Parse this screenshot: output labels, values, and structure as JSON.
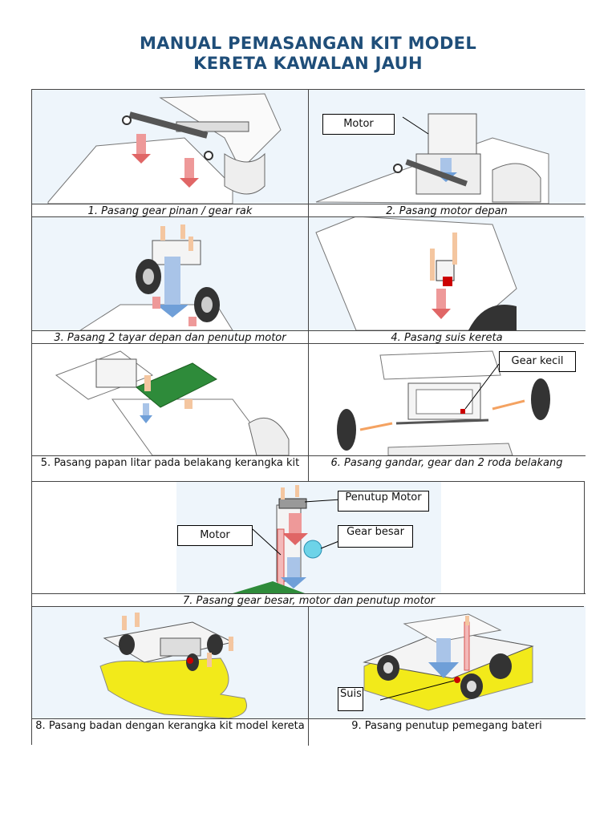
{
  "title": {
    "line1": "MANUAL PEMASANGAN KIT MODEL",
    "line2": "KERETA KAWALAN JAUH"
  },
  "steps": [
    {
      "caption": "1. Pasang gear pinan / gear rak"
    },
    {
      "caption": "2. Pasang motor depan",
      "labels": [
        "Motor"
      ]
    },
    {
      "caption": "3. Pasang 2 tayar depan dan penutup motor"
    },
    {
      "caption": "4. Pasang suis kereta"
    },
    {
      "caption": "5. Pasang papan litar pada belakang kerangka kit"
    },
    {
      "caption": "6. Pasang gandar, gear dan 2 roda belakang",
      "labels": [
        "Gear kecil"
      ]
    },
    {
      "caption": "7. Pasang gear besar, motor dan penutup motor",
      "labels": [
        "Penutup Motor",
        "Motor",
        "Gear besar"
      ]
    },
    {
      "caption": "8. Pasang badan dengan kerangka kit model kereta"
    },
    {
      "caption": "9. Pasang penutup pemegang bateri",
      "labels": [
        "Suis"
      ]
    }
  ],
  "colors": {
    "title": "#1f4e79",
    "arrow_red": "#d9534f",
    "arrow_blue": "#6f9fd8",
    "arrow_orange": "#f4a261",
    "board_green": "#2e8b3a",
    "body_yellow": "#f2ea1a"
  }
}
